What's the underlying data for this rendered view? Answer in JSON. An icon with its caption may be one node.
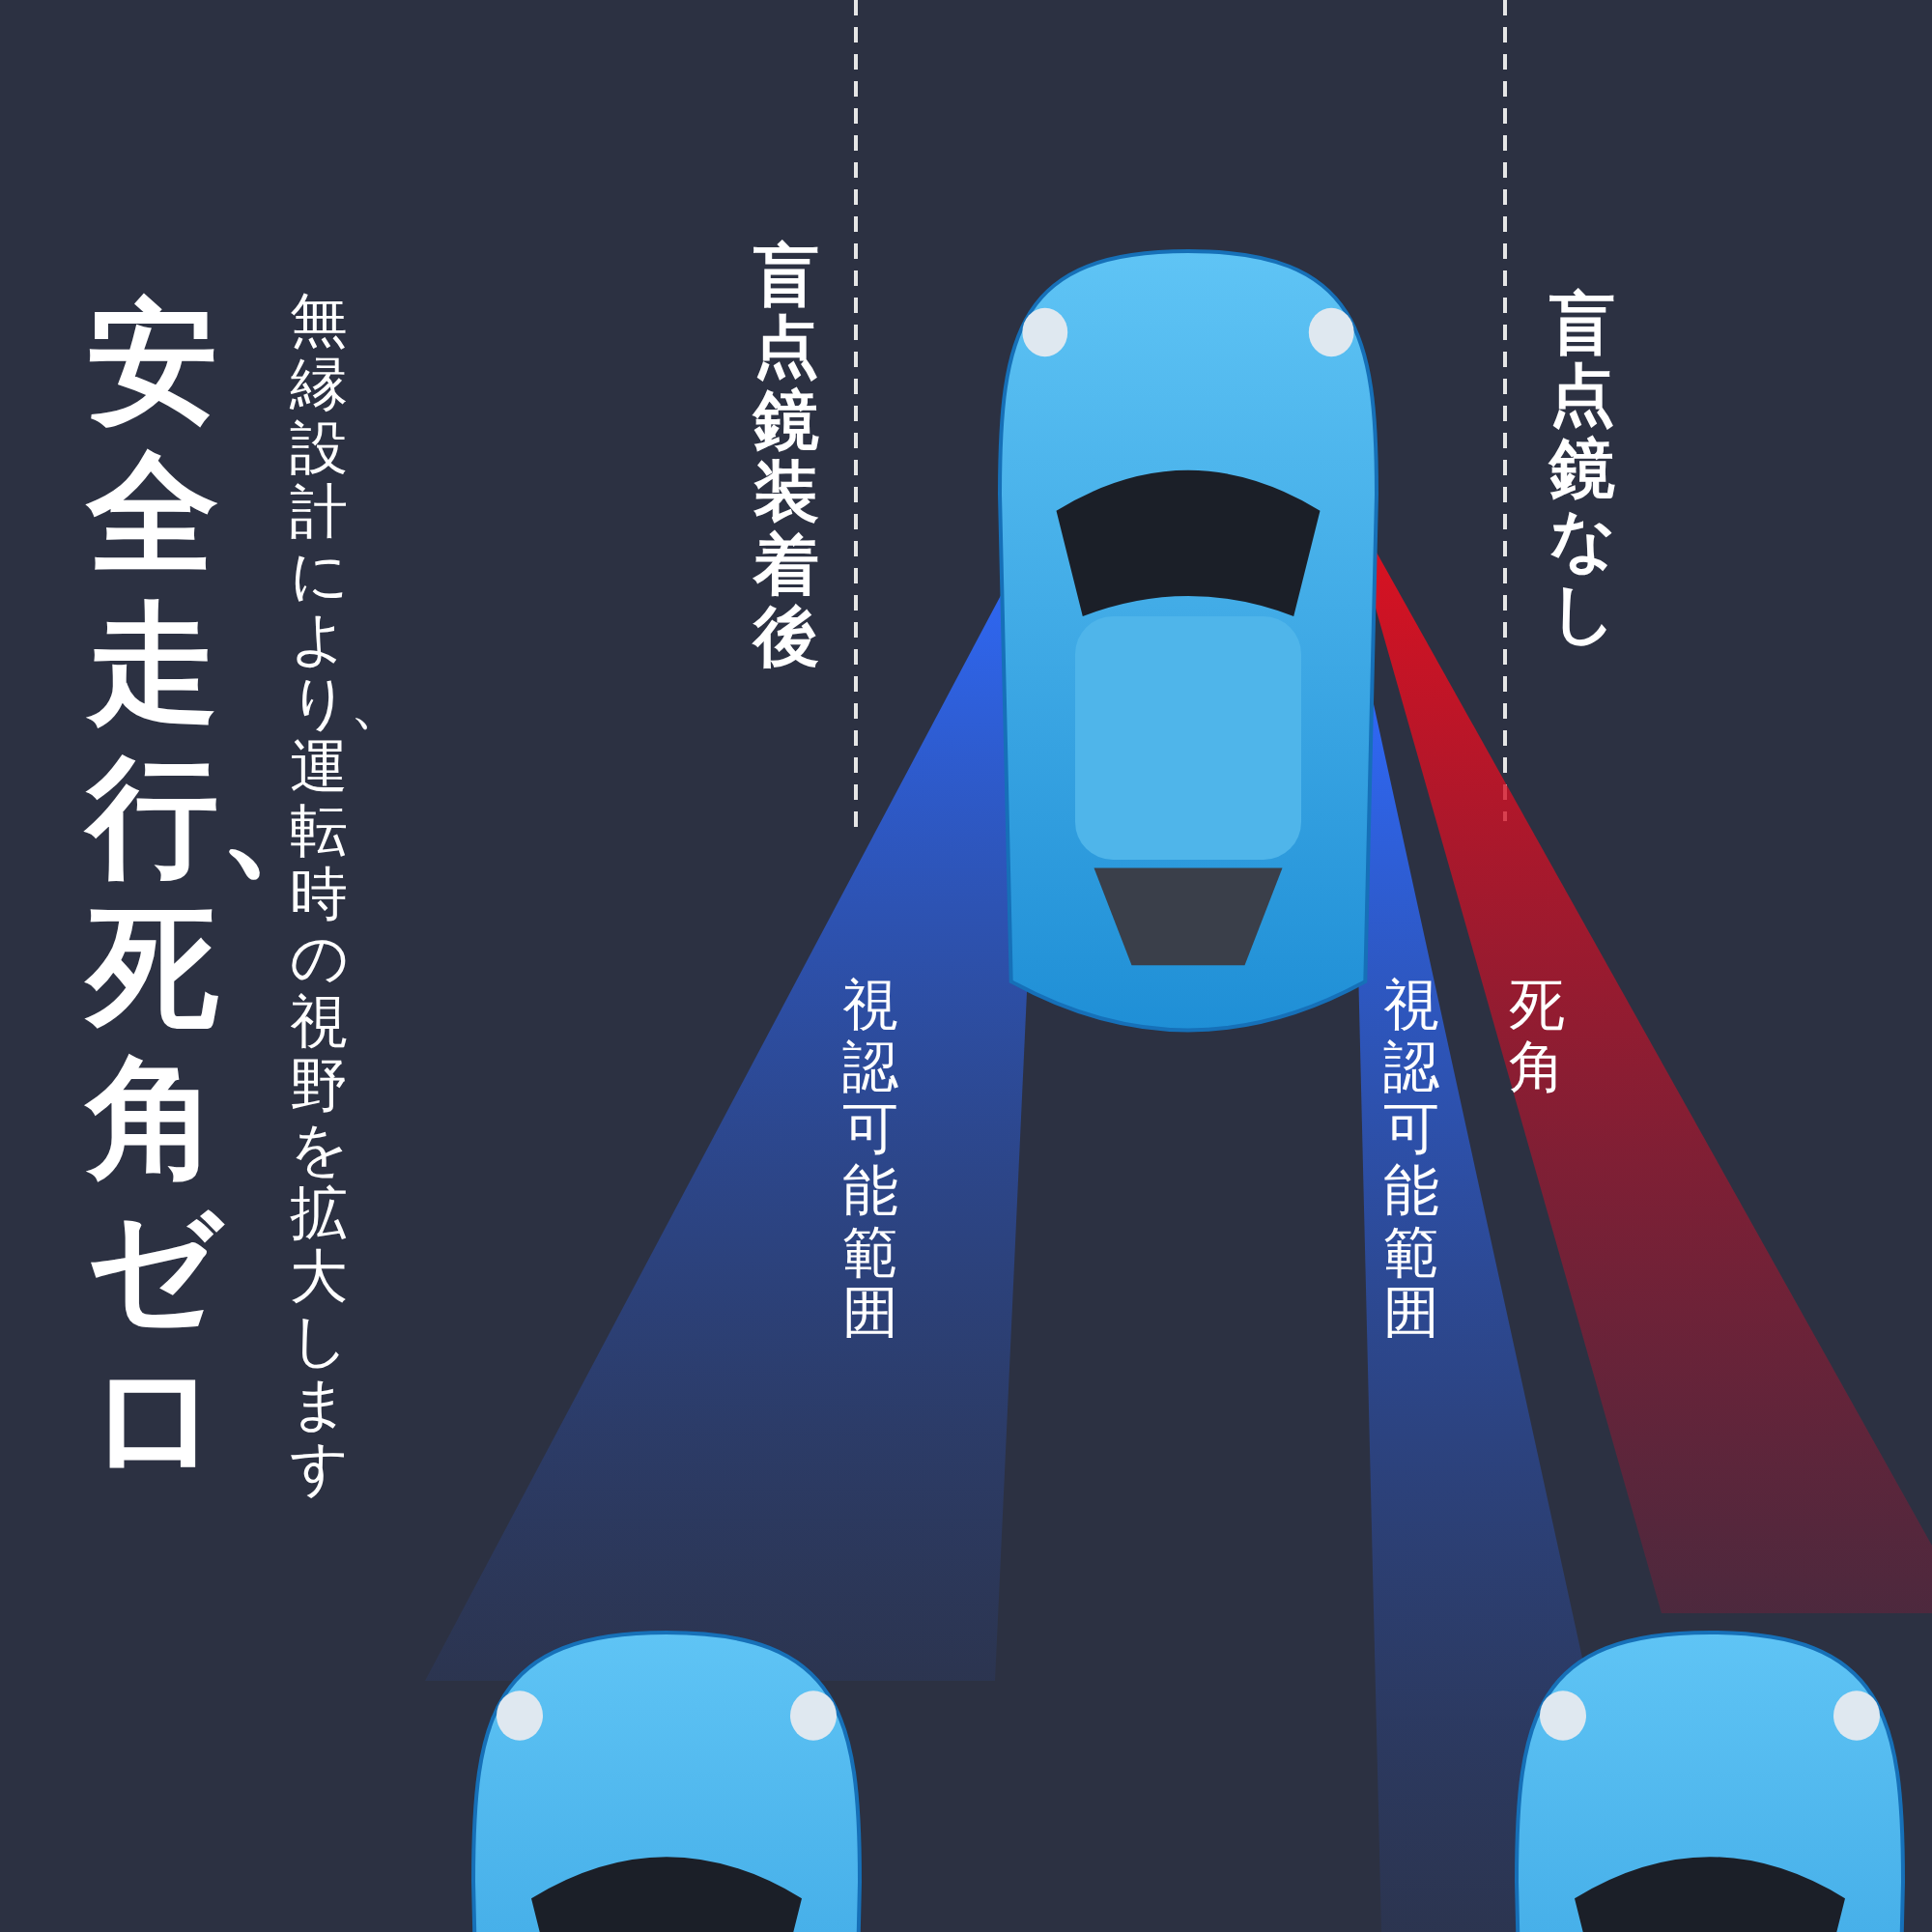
{
  "diagram": {
    "title": "安全走行、死角ゼロ",
    "labels": [
      "無縁設計により、運転時の視野を拡大します",
      "盲点鏡装着後",
      "盲点鏡なし",
      "視認可能範囲",
      "視認可能範囲",
      "死角"
    ]
  }
}
